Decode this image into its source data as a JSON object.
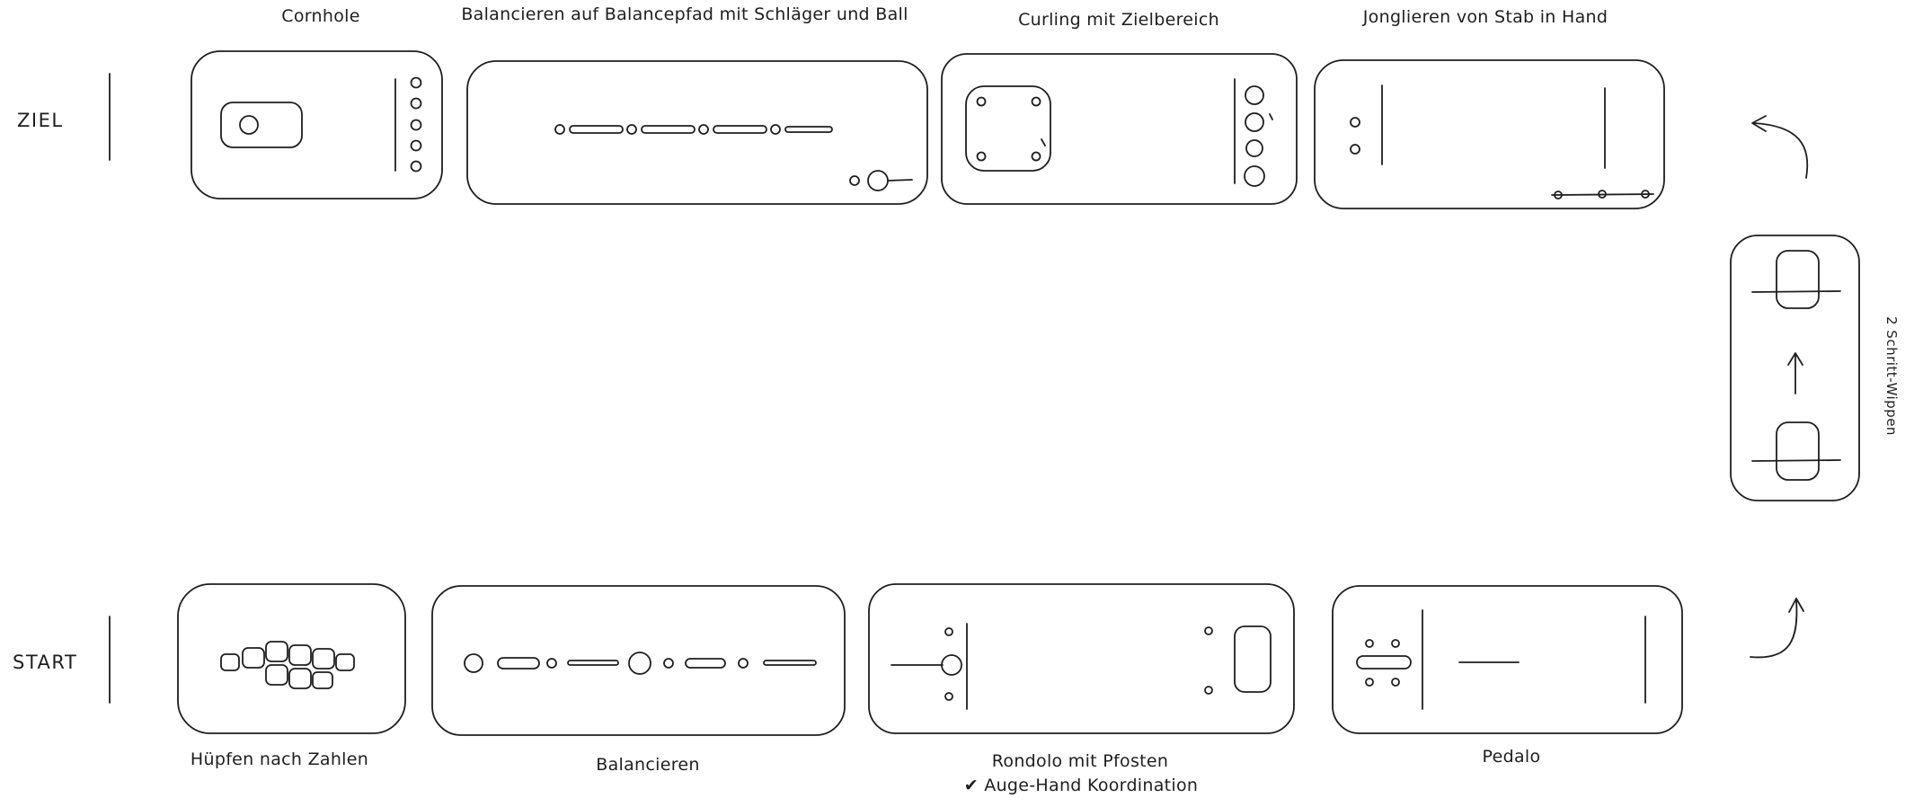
{
  "labels": {
    "ziel": "ZIEL",
    "start": "START"
  },
  "stations": {
    "top": [
      {
        "label": "Cornhole"
      },
      {
        "label": "Balancieren auf Balancepfad mit Schläger und Ball"
      },
      {
        "label": "Curling mit Zielbereich"
      },
      {
        "label": "Jonglieren von Stab in Hand"
      }
    ],
    "bottom": [
      {
        "label": "Hüpfen nach Zahlen"
      },
      {
        "label": "Balancieren"
      },
      {
        "label": "Rondolo mit Pfosten",
        "sublabel": "✔ Auge-Hand Koordination"
      },
      {
        "label": "Pedalo"
      }
    ],
    "side": {
      "label": "2 Schritt-Wippen"
    }
  },
  "colors": {
    "stroke": "#1e1e1e",
    "background": "#ffffff"
  }
}
